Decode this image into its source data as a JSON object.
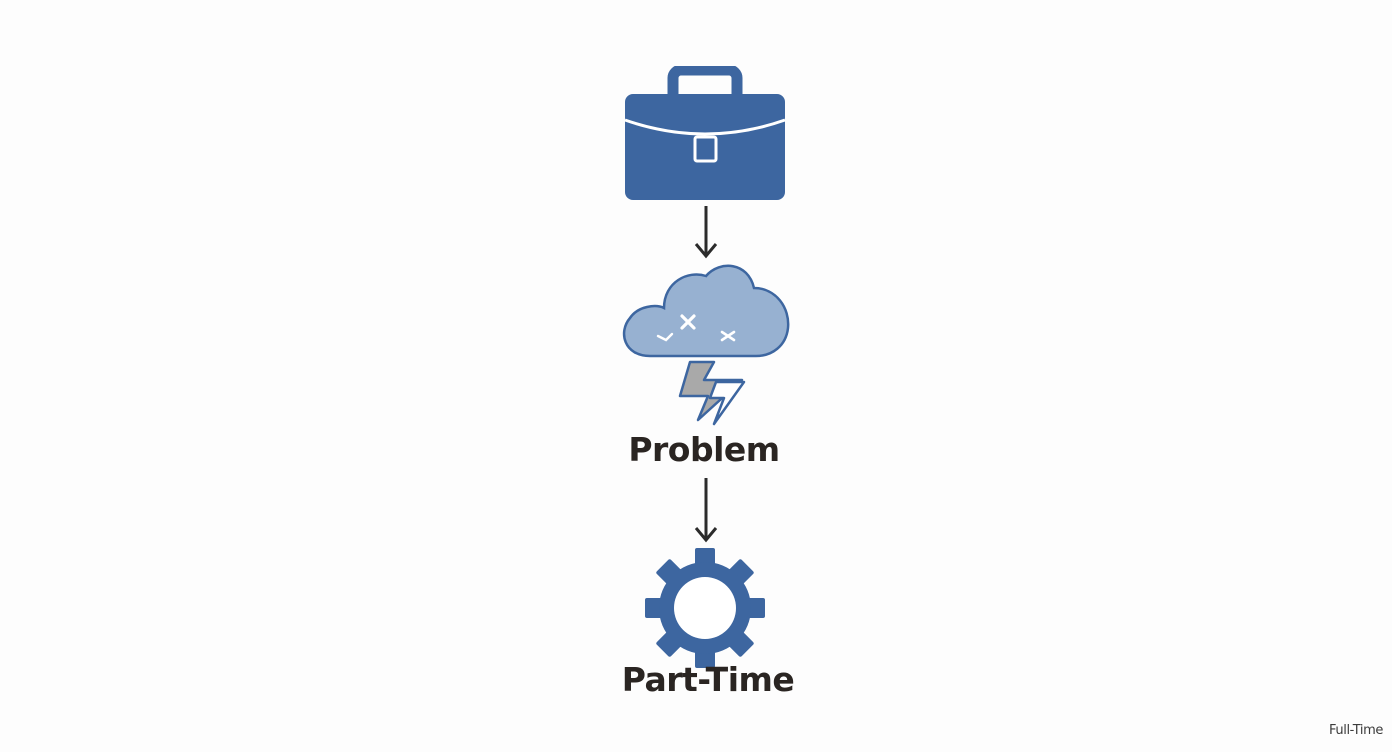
{
  "diagram": {
    "nodes": [
      {
        "id": "job",
        "icon": "briefcase-icon",
        "label": ""
      },
      {
        "id": "problem",
        "icon": "storm-cloud-icon",
        "label": "Problem"
      },
      {
        "id": "part_time",
        "icon": "gear-icon",
        "label": "Part-Time"
      }
    ],
    "edges": [
      {
        "from": "job",
        "to": "problem"
      },
      {
        "from": "problem",
        "to": "part_time"
      }
    ],
    "corner_label": "Full-Time"
  },
  "colors": {
    "primary_blue": "#3d66a0",
    "cloud_fill": "#97b1d1",
    "bolt_fill": "#a9a9a9",
    "text": "#2a2522",
    "arrow": "#2b2b2b"
  }
}
